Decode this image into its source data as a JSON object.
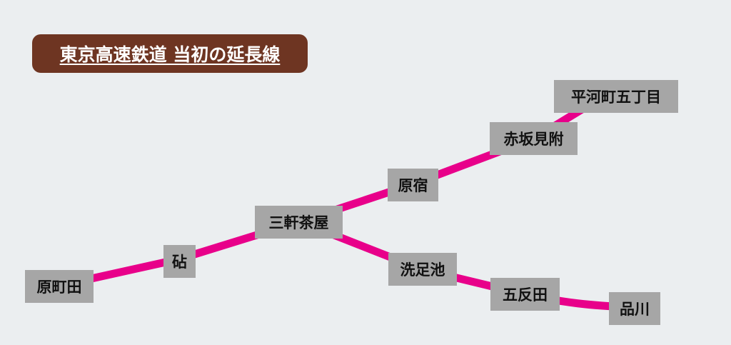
{
  "title": "東京高速鉄道 当初の延長線",
  "line_color": "#e8008a",
  "stations": {
    "hirakawacho": "平河町五丁目",
    "akasaka_mitsuke": "赤坂見附",
    "harajuku": "原宿",
    "sangenjaya": "三軒茶屋",
    "kinuta": "砧",
    "haramachida": "原町田",
    "senzokuike": "洗足池",
    "gotanda": "五反田",
    "shinagawa": "品川"
  }
}
